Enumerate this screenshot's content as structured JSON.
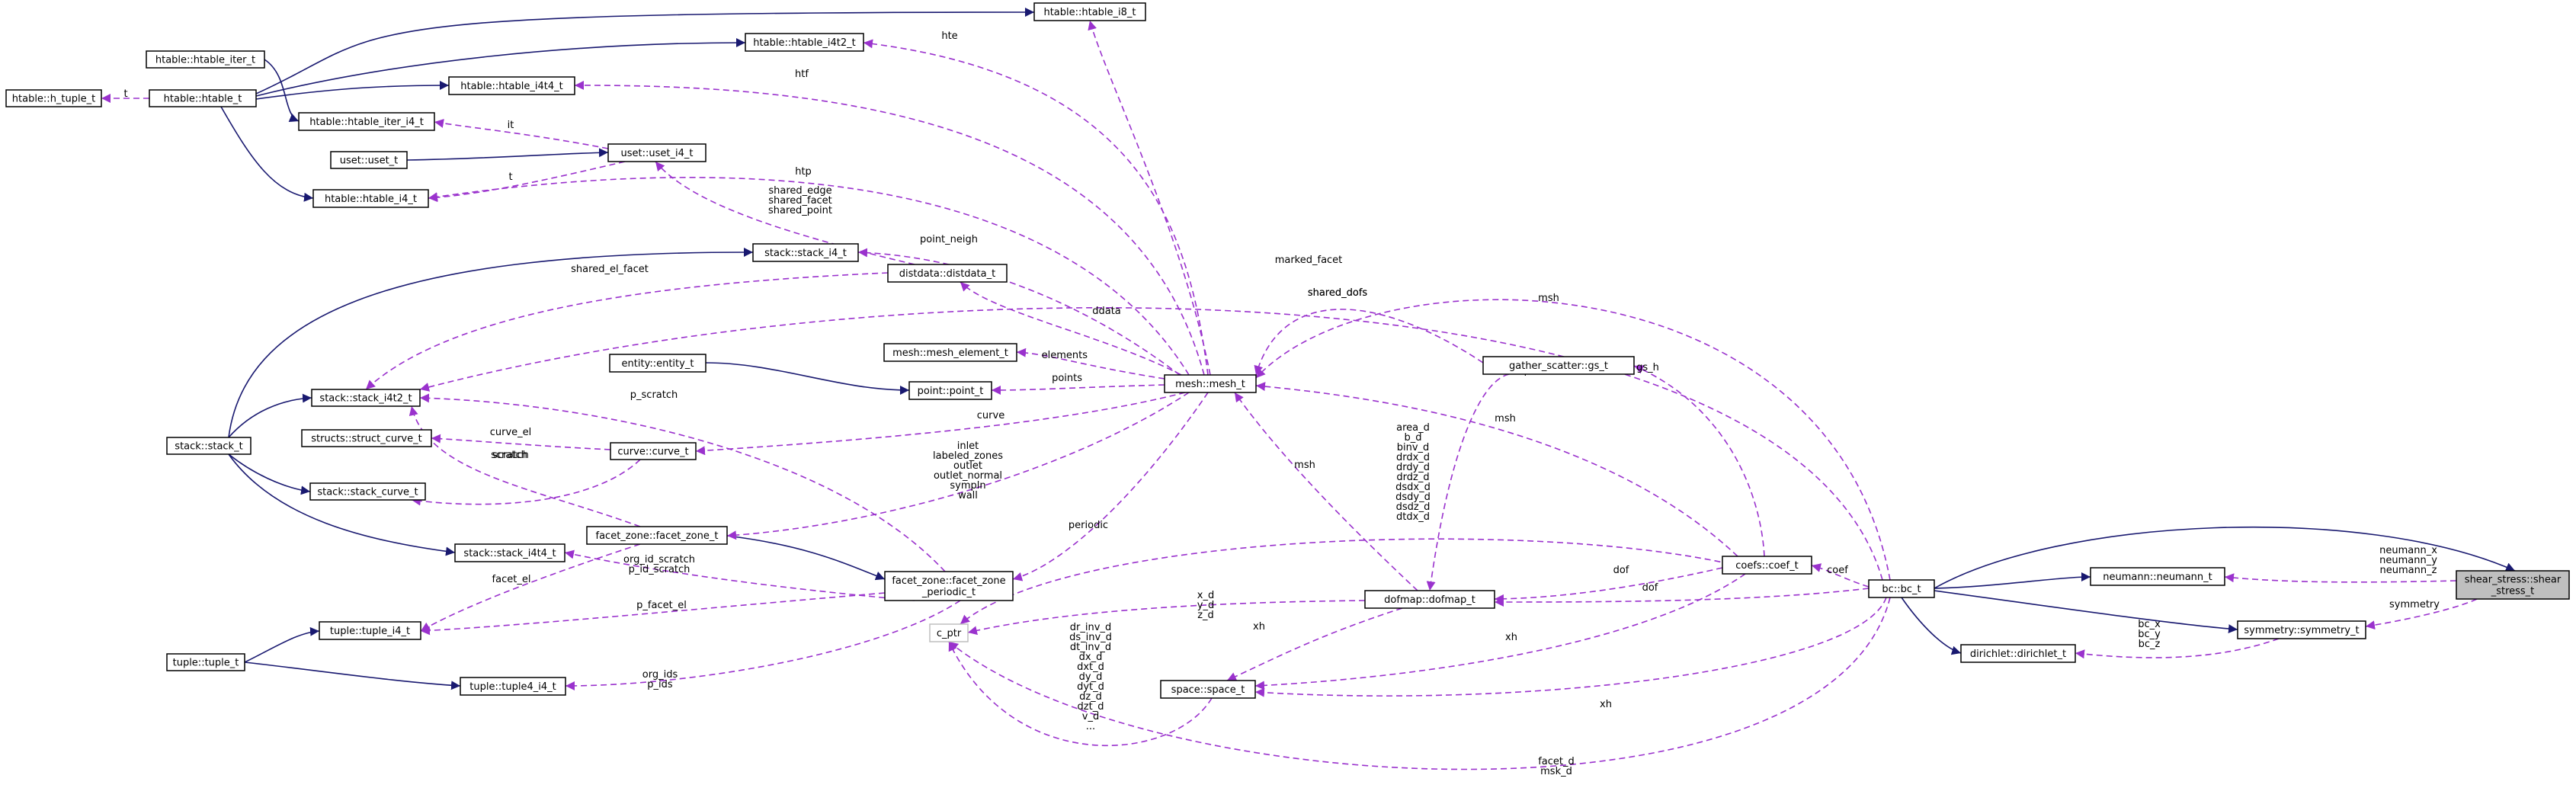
{
  "nodes": [
    {
      "id": "htable_i8",
      "label": "htable::htable_i8_t",
      "interactable": true
    },
    {
      "id": "htable_i4t2",
      "label": "htable::htable_i4t2_t",
      "interactable": true
    },
    {
      "id": "htable_iter",
      "label": "htable::htable_iter_t",
      "interactable": true
    },
    {
      "id": "h_tuple",
      "label": "htable::h_tuple_t",
      "interactable": true
    },
    {
      "id": "htable",
      "label": "htable::htable_t",
      "interactable": true
    },
    {
      "id": "htable_i4t4",
      "label": "htable::htable_i4t4_t",
      "interactable": true
    },
    {
      "id": "htable_iter_i4",
      "label": "htable::htable_iter_i4_t",
      "interactable": true
    },
    {
      "id": "uset",
      "label": "uset::uset_t",
      "interactable": true
    },
    {
      "id": "uset_i4",
      "label": "uset::uset_i4_t",
      "interactable": true
    },
    {
      "id": "htable_i4",
      "label": "htable::htable_i4_t",
      "interactable": true
    },
    {
      "id": "stack_i4",
      "label": "stack::stack_i4_t",
      "interactable": true
    },
    {
      "id": "distdata",
      "label": "distdata::distdata_t",
      "interactable": true
    },
    {
      "id": "entity",
      "label": "entity::entity_t",
      "interactable": true
    },
    {
      "id": "mesh_element",
      "label": "mesh::mesh_element_t",
      "interactable": true
    },
    {
      "id": "stack_i4t2",
      "label": "stack::stack_i4t2_t",
      "interactable": true
    },
    {
      "id": "point",
      "label": "point::point_t",
      "interactable": true
    },
    {
      "id": "mesh",
      "label": "mesh::mesh_t",
      "interactable": true
    },
    {
      "id": "stack",
      "label": "stack::stack_t",
      "interactable": true
    },
    {
      "id": "struct_curve",
      "label": "structs::struct_curve_t",
      "interactable": true
    },
    {
      "id": "curve",
      "label": "curve::curve_t",
      "interactable": true
    },
    {
      "id": "stack_curve",
      "label": "stack::stack_curve_t",
      "interactable": true
    },
    {
      "id": "gather_scatter",
      "label": "gather_scatter::gs_t",
      "interactable": true
    },
    {
      "id": "facet_zone",
      "label": "facet_zone::facet_zone_t",
      "interactable": true
    },
    {
      "id": "stack_i4t4",
      "label": "stack::stack_i4t4_t",
      "interactable": true
    },
    {
      "id": "facet_zone_periodic",
      "label": [
        "facet_zone::facet_zone",
        "_periodic_t"
      ],
      "interactable": true
    },
    {
      "id": "tuple_i4",
      "label": "tuple::tuple_i4_t",
      "interactable": true
    },
    {
      "id": "tuple",
      "label": "tuple::tuple_t",
      "interactable": true
    },
    {
      "id": "tuple4_i4",
      "label": "tuple::tuple4_i4_t",
      "interactable": true
    },
    {
      "id": "c_ptr",
      "label": "c_ptr",
      "interactable": false
    },
    {
      "id": "dofmap",
      "label": "dofmap::dofmap_t",
      "interactable": true
    },
    {
      "id": "space",
      "label": "space::space_t",
      "interactable": true
    },
    {
      "id": "coef",
      "label": "coefs::coef_t",
      "interactable": true
    },
    {
      "id": "bc",
      "label": "bc::bc_t",
      "interactable": true
    },
    {
      "id": "neumann",
      "label": "neumann::neumann_t",
      "interactable": true
    },
    {
      "id": "dirichlet",
      "label": "dirichlet::dirichlet_t",
      "interactable": true
    },
    {
      "id": "symmetry",
      "label": "symmetry::symmetry_t",
      "interactable": true
    },
    {
      "id": "shear_stress",
      "label": [
        "shear_stress::shear",
        "_stress_t"
      ],
      "interactable": false
    }
  ],
  "edges": [
    {
      "id": "e1",
      "from": "htable",
      "to": "htable_i8",
      "kind": "inherit"
    },
    {
      "id": "e2",
      "from": "htable",
      "to": "htable_i4t2",
      "kind": "inherit"
    },
    {
      "id": "e3",
      "from": "htable",
      "to": "htable_i4t4",
      "kind": "inherit"
    },
    {
      "id": "e4",
      "from": "htable",
      "to": "htable_i4",
      "kind": "inherit"
    },
    {
      "id": "e5",
      "from": "htable_iter",
      "to": "htable_iter_i4",
      "kind": "inherit"
    },
    {
      "id": "e6",
      "from": "uset",
      "to": "uset_i4",
      "kind": "inherit"
    },
    {
      "id": "e7",
      "from": "stack",
      "to": "stack_i4",
      "kind": "inherit"
    },
    {
      "id": "e8",
      "from": "stack",
      "to": "stack_i4t2",
      "kind": "inherit"
    },
    {
      "id": "e9",
      "from": "stack",
      "to": "stack_curve",
      "kind": "inherit"
    },
    {
      "id": "e10",
      "from": "stack",
      "to": "stack_i4t4",
      "kind": "inherit"
    },
    {
      "id": "e11",
      "from": "entity",
      "to": "point",
      "kind": "inherit"
    },
    {
      "id": "e12",
      "from": "facet_zone",
      "to": "facet_zone_periodic",
      "kind": "inherit"
    },
    {
      "id": "e13",
      "from": "tuple",
      "to": "tuple_i4",
      "kind": "inherit"
    },
    {
      "id": "e14",
      "from": "tuple",
      "to": "tuple4_i4",
      "kind": "inherit"
    },
    {
      "id": "e15",
      "from": "bc",
      "to": "shear_stress",
      "kind": "inherit"
    },
    {
      "id": "e16",
      "from": "bc",
      "to": "neumann",
      "kind": "inherit"
    },
    {
      "id": "e17",
      "from": "bc",
      "to": "dirichlet",
      "kind": "inherit"
    },
    {
      "id": "e18",
      "from": "bc",
      "to": "symmetry",
      "kind": "inherit"
    },
    {
      "id": "m1",
      "from": "htable",
      "to": "h_tuple",
      "kind": "member",
      "label": [
        "t"
      ]
    },
    {
      "id": "m2",
      "from": "uset_i4",
      "to": "htable_iter_i4",
      "kind": "member",
      "label": [
        "it"
      ]
    },
    {
      "id": "m3",
      "from": "uset_i4",
      "to": "htable_i4",
      "kind": "member",
      "label": [
        "t"
      ]
    },
    {
      "id": "m4",
      "from": "mesh",
      "to": "htable_i8",
      "kind": "member",
      "label": [
        "shared_dofs"
      ]
    },
    {
      "id": "m5",
      "from": "mesh",
      "to": "htable_i4t2",
      "kind": "member",
      "label": [
        "hte"
      ]
    },
    {
      "id": "m6",
      "from": "mesh",
      "to": "htable_i4t4",
      "kind": "member",
      "label": [
        "htf"
      ]
    },
    {
      "id": "m7",
      "from": "mesh",
      "to": "htable_i4",
      "kind": "member",
      "label": [
        "htp"
      ]
    },
    {
      "id": "m8",
      "from": "distdata",
      "to": "uset_i4",
      "kind": "member",
      "label": [
        "shared_edge",
        "shared_facet",
        "shared_point"
      ]
    },
    {
      "id": "m9",
      "from": "mesh",
      "to": "stack_i4",
      "kind": "member",
      "label": [
        "point_neigh"
      ]
    },
    {
      "id": "m10",
      "from": "distdata",
      "to": "stack_i4t2",
      "kind": "member",
      "label": [
        "shared_el_facet"
      ]
    },
    {
      "id": "m11",
      "from": "mesh",
      "to": "distdata",
      "kind": "member",
      "label": [
        "ddata"
      ]
    },
    {
      "id": "m12",
      "from": "mesh",
      "to": "mesh_element",
      "kind": "member",
      "label": [
        "elements"
      ]
    },
    {
      "id": "m13",
      "from": "mesh",
      "to": "point",
      "kind": "member",
      "label": [
        "points"
      ]
    },
    {
      "id": "m14",
      "from": "facet_zone_periodic",
      "to": "stack_i4t2",
      "kind": "member",
      "label": [
        "p_scratch"
      ]
    },
    {
      "id": "m15",
      "from": "bc",
      "to": "stack_i4t2",
      "kind": "member",
      "label": [
        "marked_facet"
      ]
    },
    {
      "id": "m16",
      "from": "facet_zone",
      "to": "stack_i4t2",
      "kind": "member",
      "label": [
        "scratch"
      ]
    },
    {
      "id": "m17",
      "from": "curve",
      "to": "struct_curve",
      "kind": "member",
      "label": [
        "curve_el"
      ]
    },
    {
      "id": "m18",
      "from": "curve",
      "to": "stack_curve",
      "kind": "member",
      "label": [
        "scratch"
      ]
    },
    {
      "id": "m19",
      "from": "mesh",
      "to": "curve",
      "kind": "member",
      "label": [
        "curve"
      ]
    },
    {
      "id": "m20",
      "from": "mesh",
      "to": "facet_zone",
      "kind": "member",
      "label": [
        "inlet",
        "labeled_zones",
        "outlet",
        "outlet_normal",
        "sympln",
        "wall"
      ]
    },
    {
      "id": "m21",
      "from": "facet_zone_periodic",
      "to": "stack_i4t4",
      "kind": "member",
      "label": [
        "org_id_scratch",
        "p_id_scratch"
      ]
    },
    {
      "id": "m22",
      "from": "facet_zone",
      "to": "tuple_i4",
      "kind": "member",
      "label": [
        "facet_el"
      ]
    },
    {
      "id": "m23",
      "from": "facet_zone_periodic",
      "to": "tuple_i4",
      "kind": "member",
      "label": [
        "p_facet_el"
      ]
    },
    {
      "id": "m24",
      "from": "facet_zone_periodic",
      "to": "tuple4_i4",
      "kind": "member",
      "label": [
        "org_ids",
        "p_ids"
      ]
    },
    {
      "id": "m25",
      "from": "mesh",
      "to": "facet_zone_periodic",
      "kind": "member",
      "label": [
        "periodic"
      ]
    },
    {
      "id": "m26",
      "from": "gather_scatter",
      "to": "mesh",
      "kind": "member",
      "label": [
        "shared_dofs"
      ]
    },
    {
      "id": "m27",
      "from": "bc",
      "to": "mesh",
      "kind": "member",
      "label": [
        "msh"
      ]
    },
    {
      "id": "m28",
      "from": "coef",
      "to": "mesh",
      "kind": "member",
      "label": [
        "msh"
      ]
    },
    {
      "id": "m29",
      "from": "dofmap",
      "to": "mesh",
      "kind": "member",
      "label": [
        "msh"
      ]
    },
    {
      "id": "m30",
      "from": "gather_scatter",
      "to": "dofmap",
      "kind": "member",
      "label": [
        "dofmap"
      ]
    },
    {
      "id": "m31",
      "from": "coef",
      "to": "gather_scatter",
      "kind": "member",
      "label": [
        "gs_h"
      ]
    },
    {
      "id": "m32",
      "from": "coef",
      "to": "dofmap",
      "kind": "member",
      "label": [
        "dof"
      ]
    },
    {
      "id": "m33",
      "from": "bc",
      "to": "dofmap",
      "kind": "member",
      "label": [
        "dof"
      ]
    },
    {
      "id": "m34",
      "from": "bc",
      "to": "coef",
      "kind": "member",
      "label": [
        "coef"
      ]
    },
    {
      "id": "m35",
      "from": "dofmap",
      "to": "c_ptr",
      "kind": "member",
      "label": [
        "x_d",
        "y_d",
        "z_d"
      ]
    },
    {
      "id": "m36",
      "from": "coef",
      "to": "c_ptr",
      "kind": "member",
      "label": [
        "area_d",
        "b_d",
        "binv_d",
        "drdx_d",
        "drdy_d",
        "drdz_d",
        "dsdx_d",
        "dsdy_d",
        "dsdz_d",
        "dtdx_d"
      ]
    },
    {
      "id": "m37",
      "from": "space",
      "to": "c_ptr",
      "kind": "member",
      "label": [
        "dr_inv_d",
        "ds_inv_d",
        "dt_inv_d",
        "dx_d",
        "dxt_d",
        "dy_d",
        "dyt_d",
        "dz_d",
        "dzt_d",
        "v_d",
        "..."
      ]
    },
    {
      "id": "m38",
      "from": "bc",
      "to": "c_ptr",
      "kind": "member",
      "label": [
        "facet_d",
        "msk_d"
      ]
    },
    {
      "id": "m39",
      "from": "dofmap",
      "to": "space",
      "kind": "member",
      "label": [
        "xh"
      ]
    },
    {
      "id": "m40",
      "from": "coef",
      "to": "space",
      "kind": "member",
      "label": [
        "xh"
      ]
    },
    {
      "id": "m41",
      "from": "bc",
      "to": "space",
      "kind": "member",
      "label": [
        "xh"
      ]
    },
    {
      "id": "m42",
      "from": "shear_stress",
      "to": "neumann",
      "kind": "member",
      "label": [
        "neumann_x",
        "neumann_y",
        "neumann_z"
      ]
    },
    {
      "id": "m43",
      "from": "shear_stress",
      "to": "symmetry",
      "kind": "member",
      "label": [
        "symmetry"
      ]
    },
    {
      "id": "m44",
      "from": "symmetry",
      "to": "dirichlet",
      "kind": "member",
      "label": [
        "bc_x",
        "bc_y",
        "bc_z"
      ]
    }
  ],
  "colors": {
    "inherit": "#191970",
    "member": "#9a32cd",
    "node_border": "#000000",
    "root_fill": "#bfbfbf",
    "hollow_border": "#bfbfbf"
  }
}
